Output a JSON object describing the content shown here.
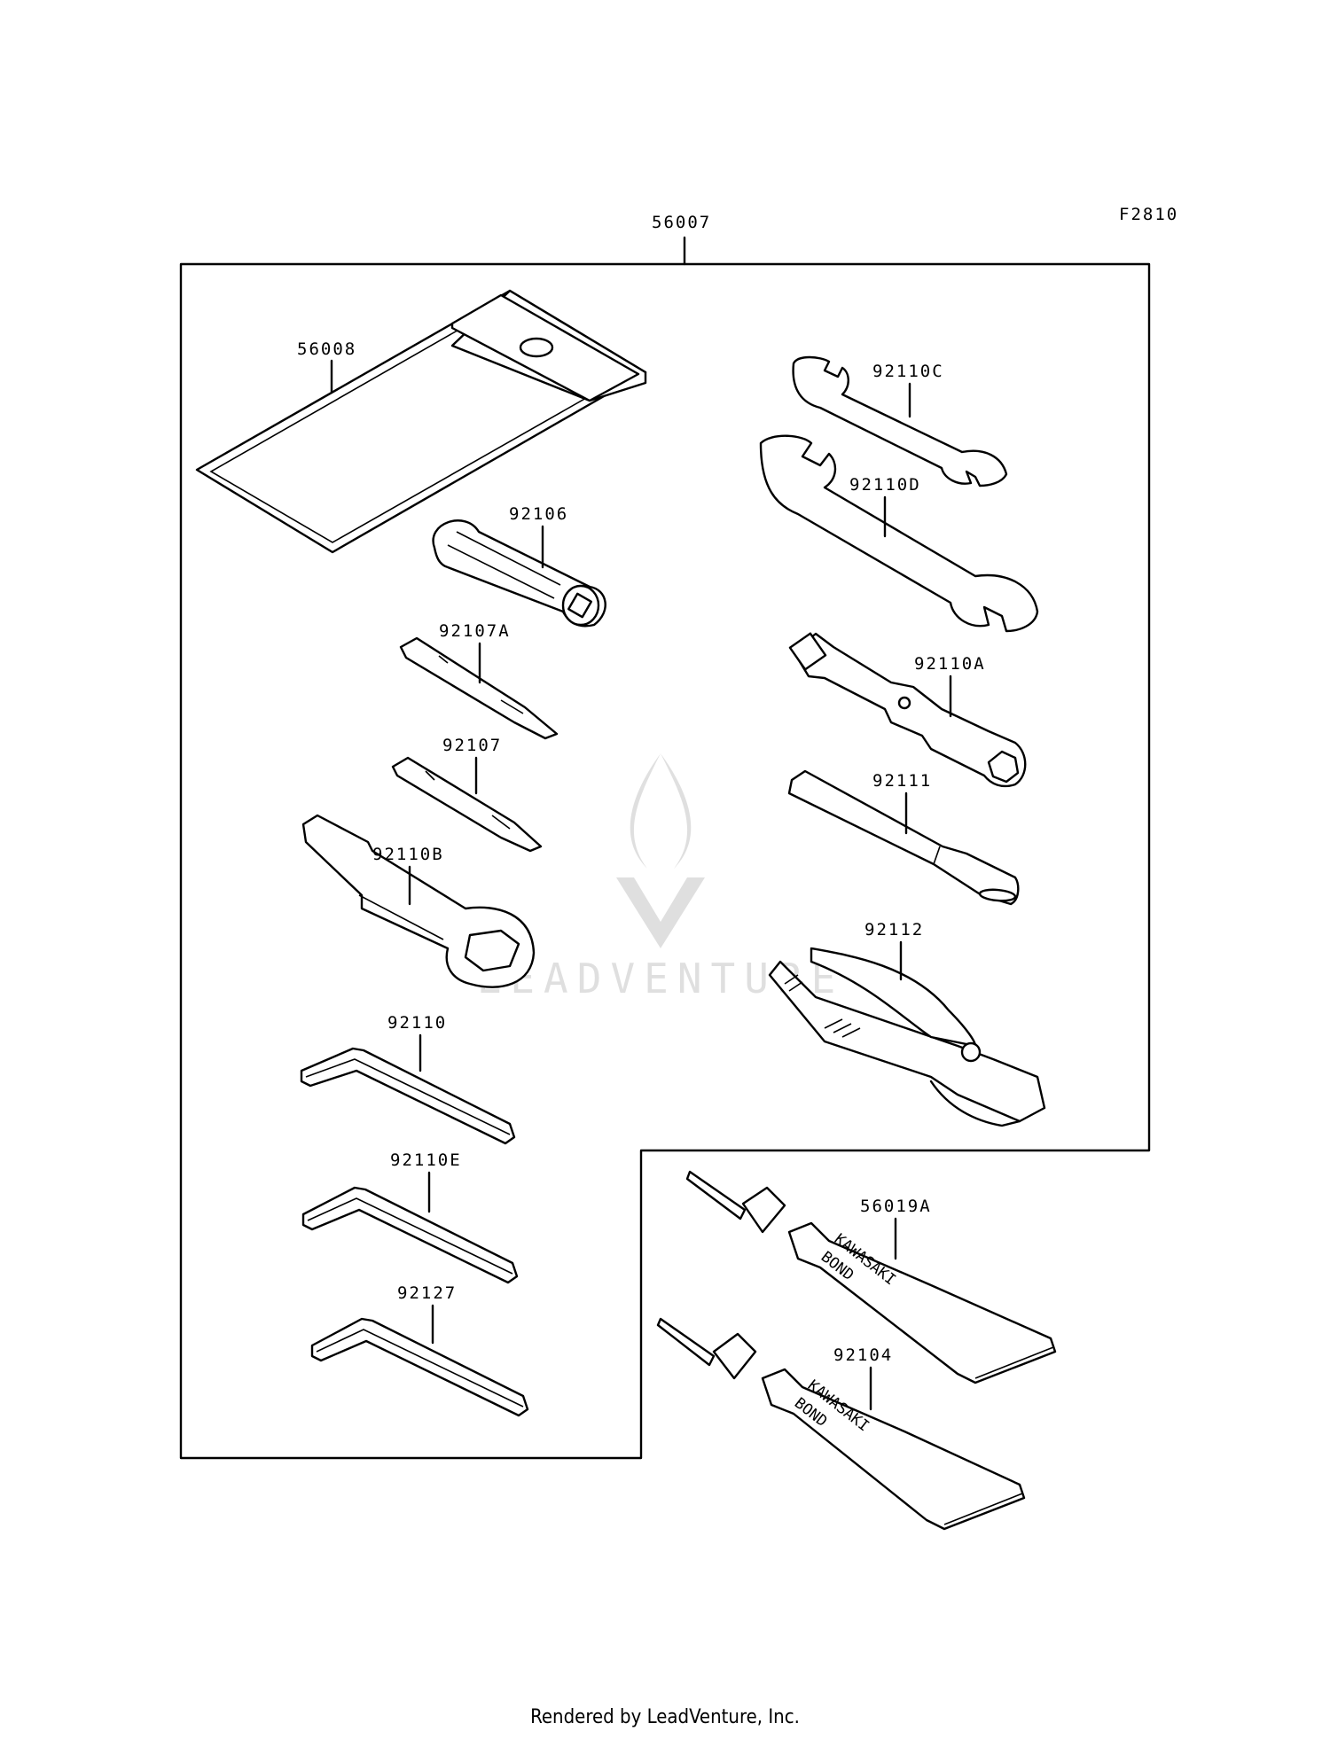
{
  "figure_code": "F2810",
  "kit_label": "56007",
  "parts": {
    "p56008": "56008",
    "p92106": "92106",
    "p92107A": "92107A",
    "p92107": "92107",
    "p92110B": "92110B",
    "p92110": "92110",
    "p92110E": "92110E",
    "p92127": "92127",
    "p92110C": "92110C",
    "p92110D": "92110D",
    "p92110A": "92110A",
    "p92111": "92111",
    "p92112": "92112",
    "p56019A": "56019A",
    "p92104": "92104"
  },
  "tube_brand": [
    "KAWASAKI",
    "BOND"
  ],
  "watermark": "LEADVENTURE",
  "footer": "Rendered by LeadVenture, Inc."
}
